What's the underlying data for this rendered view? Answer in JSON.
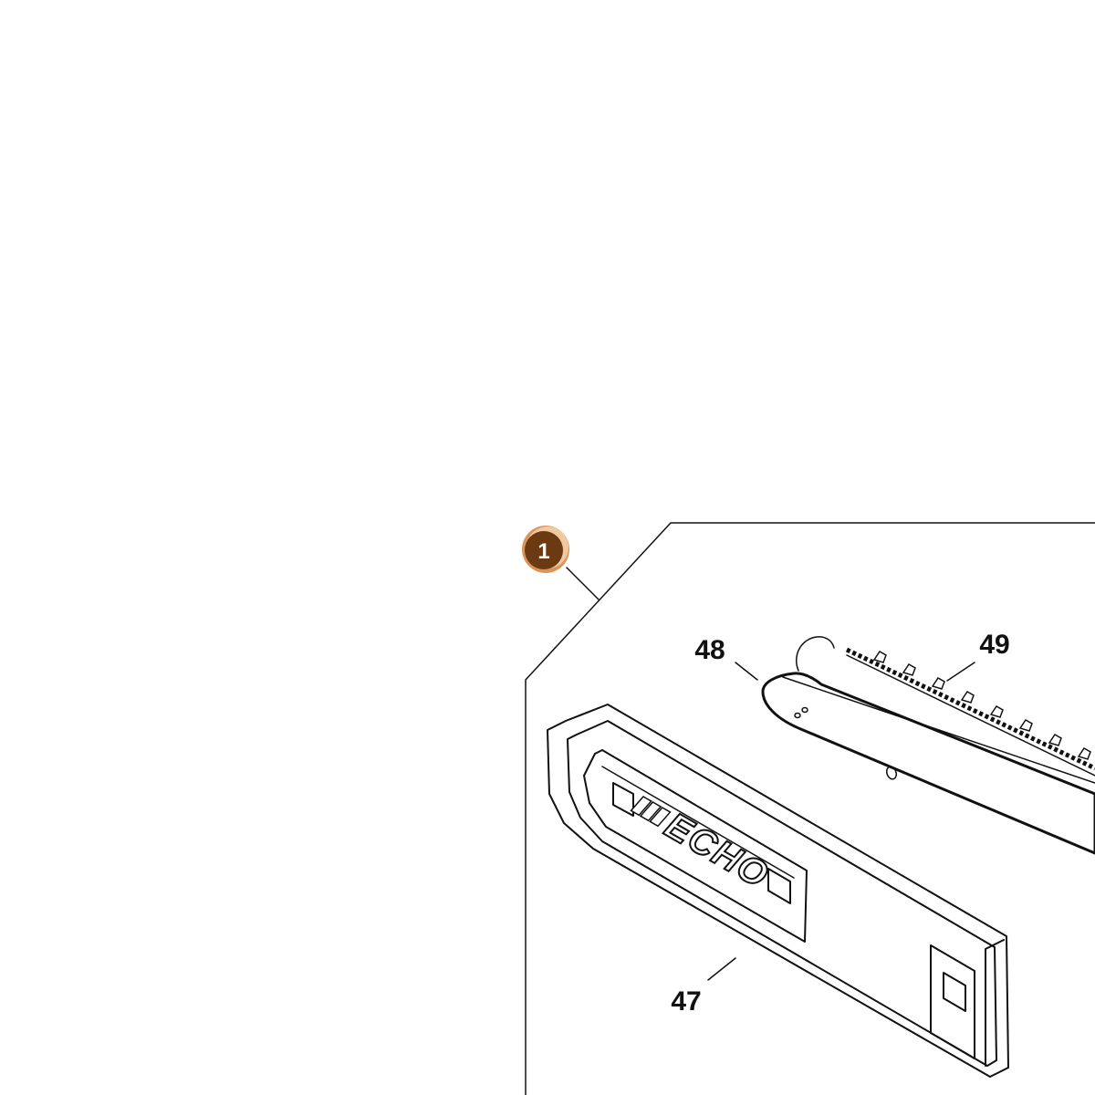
{
  "callout": {
    "number": "1",
    "fill": "#6b3a12",
    "ring": "#d9955a"
  },
  "parts": [
    {
      "id": "guide-bar-cover",
      "label": "47"
    },
    {
      "id": "guide-bar",
      "label": "48"
    },
    {
      "id": "saw-chain",
      "label": "49"
    }
  ],
  "brand_logo": {
    "text": "ECHO"
  }
}
